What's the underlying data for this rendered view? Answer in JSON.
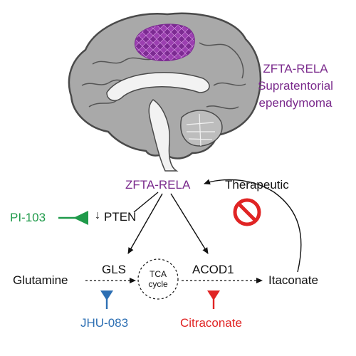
{
  "title": {
    "line1": "ZFTA-RELA",
    "line2": "Supratentorial",
    "line3": "ependymoma"
  },
  "nodes": {
    "zfta_rela": "ZFTA-RELA",
    "pten": "PTEN",
    "pten_arrow": "↓",
    "pi103": "PI-103",
    "gls": "GLS",
    "acod1": "ACOD1",
    "glutamine": "Glutamine",
    "tca_line1": "TCA",
    "tca_line2": "cycle",
    "itaconate": "Itaconate",
    "therapeutic": "Therapeutic",
    "jhu083": "JHU-083",
    "citraconate": "Citraconate"
  },
  "colors": {
    "purple": "#7a2a8c",
    "green": "#1f9a4a",
    "blue": "#2d6fb3",
    "red": "#e02424",
    "brain_fill": "#a9a9a9",
    "brain_outline": "#4a4a4a"
  }
}
